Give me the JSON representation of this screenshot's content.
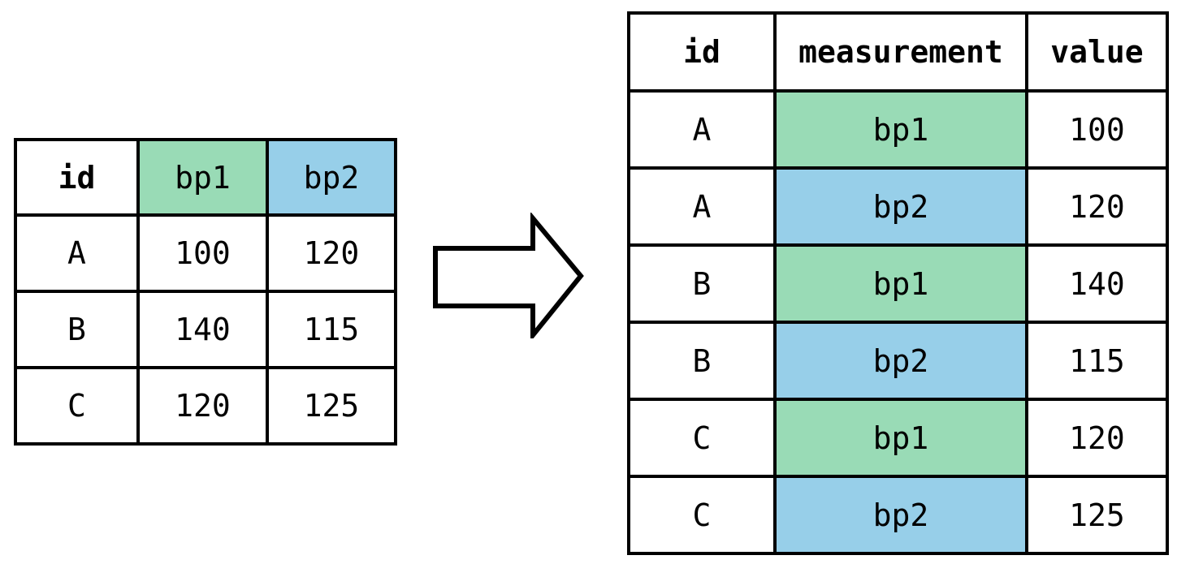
{
  "colors": {
    "green": "#99dbb6",
    "blue": "#97cfe9",
    "border": "#000000",
    "background": "#ffffff"
  },
  "arrow": {
    "icon": "right-block-arrow"
  },
  "wide_table": {
    "columns": [
      {
        "label": "id",
        "fill": null
      },
      {
        "label": "bp1",
        "fill": "green"
      },
      {
        "label": "bp2",
        "fill": "blue"
      }
    ],
    "rows": [
      {
        "id": "A",
        "bp1": "100",
        "bp2": "120"
      },
      {
        "id": "B",
        "bp1": "140",
        "bp2": "115"
      },
      {
        "id": "C",
        "bp1": "120",
        "bp2": "125"
      }
    ]
  },
  "long_table": {
    "columns": [
      {
        "label": "id"
      },
      {
        "label": "measurement"
      },
      {
        "label": "value"
      }
    ],
    "rows": [
      {
        "id": "A",
        "measurement": "bp1",
        "fill": "green",
        "value": "100"
      },
      {
        "id": "A",
        "measurement": "bp2",
        "fill": "blue",
        "value": "120"
      },
      {
        "id": "B",
        "measurement": "bp1",
        "fill": "green",
        "value": "140"
      },
      {
        "id": "B",
        "measurement": "bp2",
        "fill": "blue",
        "value": "115"
      },
      {
        "id": "C",
        "measurement": "bp1",
        "fill": "green",
        "value": "120"
      },
      {
        "id": "C",
        "measurement": "bp2",
        "fill": "blue",
        "value": "125"
      }
    ]
  }
}
